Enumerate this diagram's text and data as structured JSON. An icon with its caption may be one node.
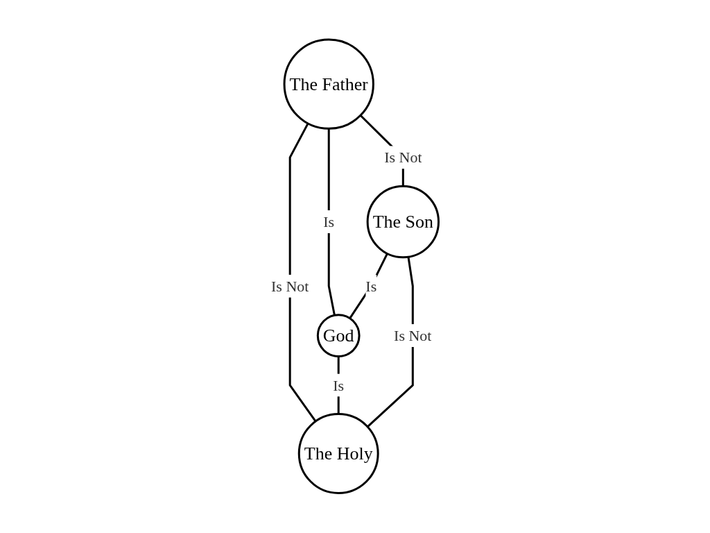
{
  "diagram": {
    "nodes": [
      {
        "text": [
          "The Father"
        ]
      },
      {
        "text": [
          "The Son"
        ]
      },
      {
        "text": [
          "God"
        ]
      },
      {
        "text": [
          "The Holy"
        ]
      }
    ],
    "edges": [
      {
        "from": 0,
        "to": 1,
        "label": "Is Not",
        "arrow": "none"
      },
      {
        "from": 0,
        "to": 2,
        "label": "Is",
        "arrow": "none"
      },
      {
        "from": 1,
        "to": 2,
        "label": "Is",
        "arrow": "none"
      },
      {
        "from": 0,
        "to": 3,
        "label": "Is Not",
        "arrow": "none"
      },
      {
        "from": 2,
        "to": 3,
        "label": "Is",
        "arrow": "none"
      },
      {
        "from": 1,
        "to": 3,
        "label": "Is Not",
        "arrow": "none"
      }
    ]
  }
}
